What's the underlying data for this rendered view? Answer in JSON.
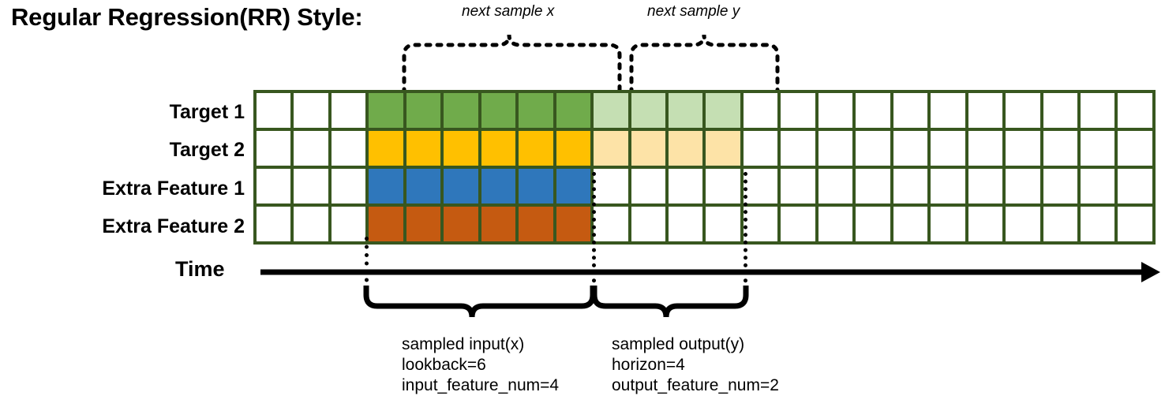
{
  "title": "Regular Regression(RR) Style:",
  "annotations": {
    "next_sample_x": "next sample x",
    "next_sample_y": "next sample y"
  },
  "rows": [
    {
      "label": "Target 1",
      "series_color": "#70ab4b",
      "faded_color": "#c5dfb3"
    },
    {
      "label": "Target 2",
      "series_color": "#ffc000",
      "faded_color": "#fde3a7"
    },
    {
      "label": "Extra Feature 1",
      "series_color": "#2f77bb",
      "faded_color": ""
    },
    {
      "label": "Extra Feature 2",
      "series_color": "#c55a11",
      "faded_color": ""
    }
  ],
  "grid": {
    "total_columns": 24,
    "leading_blank_columns": 3,
    "input_columns": 6,
    "output_columns": 4,
    "trailing_blank_columns": 11,
    "border_color": "#38571f",
    "empty_color": "#ffffff"
  },
  "axis": {
    "time_label": "Time"
  },
  "captions": {
    "input": {
      "line1": "sampled input(x)",
      "line2": "lookback=6",
      "line3": "input_feature_num=4"
    },
    "output": {
      "line1": "sampled output(y)",
      "line2": "horizon=4",
      "line3": "output_feature_num=2"
    }
  },
  "chart_data": {
    "type": "table",
    "title": "Regular Regression(RR) Style:",
    "categories": [
      "Target 1",
      "Target 2",
      "Extra Feature 1",
      "Extra Feature 2"
    ],
    "series": [
      {
        "name": "Target 1",
        "values": [
          "empty",
          "empty",
          "empty",
          "input",
          "input",
          "input",
          "input",
          "input",
          "input",
          "output",
          "output",
          "output",
          "output",
          "empty",
          "empty",
          "empty",
          "empty",
          "empty",
          "empty",
          "empty",
          "empty",
          "empty",
          "empty",
          "empty"
        ]
      },
      {
        "name": "Target 2",
        "values": [
          "empty",
          "empty",
          "empty",
          "input",
          "input",
          "input",
          "input",
          "input",
          "input",
          "output",
          "output",
          "output",
          "output",
          "empty",
          "empty",
          "empty",
          "empty",
          "empty",
          "empty",
          "empty",
          "empty",
          "empty",
          "empty",
          "empty"
        ]
      },
      {
        "name": "Extra Feature 1",
        "values": [
          "empty",
          "empty",
          "empty",
          "input",
          "input",
          "input",
          "input",
          "input",
          "input",
          "empty",
          "empty",
          "empty",
          "empty",
          "empty",
          "empty",
          "empty",
          "empty",
          "empty",
          "empty",
          "empty",
          "empty",
          "empty",
          "empty",
          "empty"
        ]
      },
      {
        "name": "Extra Feature 2",
        "values": [
          "empty",
          "empty",
          "empty",
          "input",
          "input",
          "input",
          "input",
          "input",
          "input",
          "empty",
          "empty",
          "empty",
          "empty",
          "empty",
          "empty",
          "empty",
          "empty",
          "empty",
          "empty",
          "empty",
          "empty",
          "empty",
          "empty",
          "empty"
        ]
      }
    ],
    "xlabel": "Time",
    "ylabel": "",
    "grid": true,
    "legend": "none"
  }
}
